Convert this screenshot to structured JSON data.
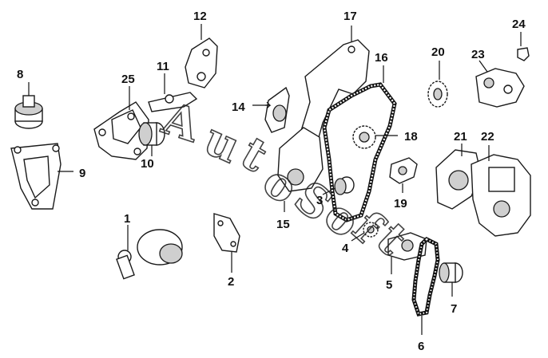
{
  "watermark": {
    "chars": [
      "A",
      "u",
      "t",
      "o",
      "S",
      "o",
      "f",
      "t"
    ]
  },
  "callouts": [
    "1",
    "2",
    "3",
    "4",
    "5",
    "6",
    "7",
    "8",
    "9",
    "10",
    "11",
    "12",
    "14",
    "15",
    "16",
    "17",
    "18",
    "19",
    "20",
    "21",
    "22",
    "23",
    "24",
    "25"
  ]
}
